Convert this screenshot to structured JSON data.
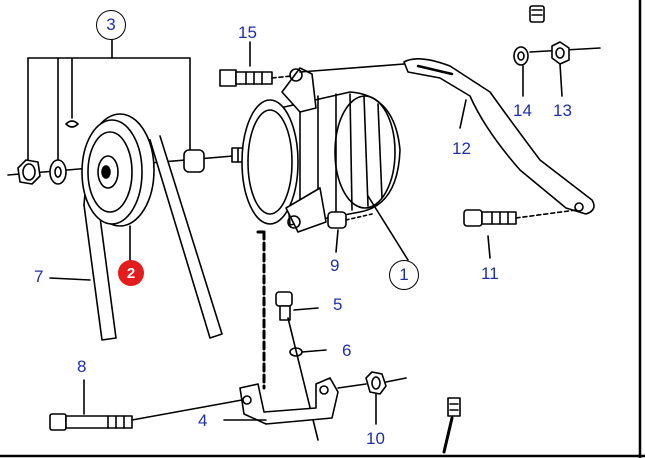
{
  "diagram": {
    "title": "",
    "highlight_color": "#e31c1c",
    "label_color": "#1f2fa8",
    "callouts": {
      "c1": "1",
      "c2": "2",
      "c3": "3",
      "c4": "4",
      "c5": "5",
      "c6": "6",
      "c7": "7",
      "c8": "8",
      "c9": "9",
      "c10": "10",
      "c11": "11",
      "c12": "12",
      "c13": "13",
      "c14": "14",
      "c15": "15"
    }
  }
}
